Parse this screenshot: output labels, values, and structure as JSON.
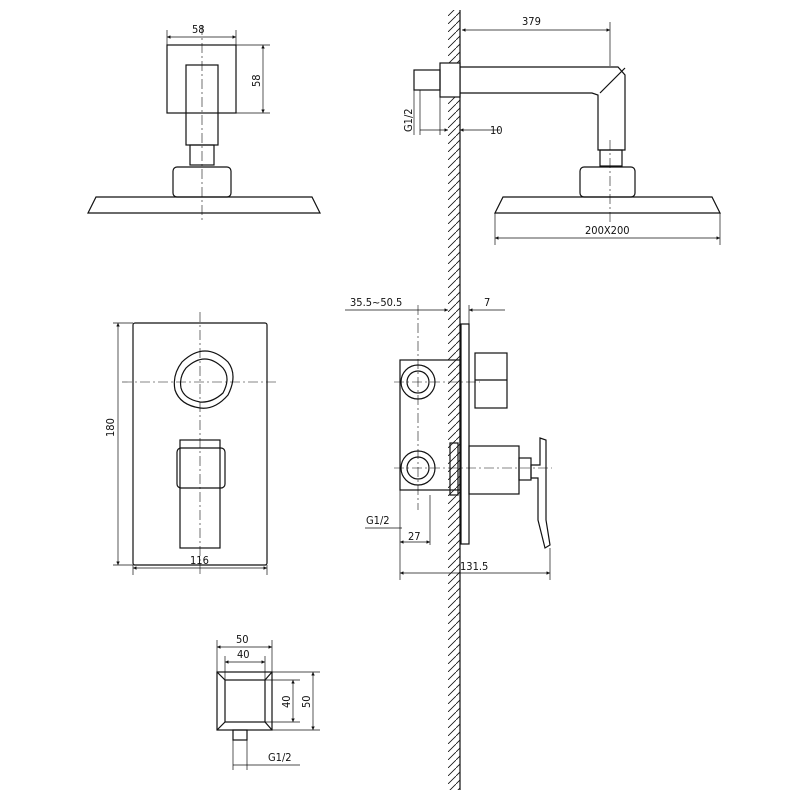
{
  "title": "Shower set technical drawing",
  "dimensions": {
    "head_front_width": "58",
    "head_front_height": "58",
    "arm_length": "379",
    "arm_thread": "G1/2",
    "flange_depth": "10",
    "head_size": "200X200",
    "valve_install_depth": "35.5~50.5",
    "plate_thickness": "7",
    "plate_height": "180",
    "plate_width": "116",
    "valve_thread": "G1/2",
    "valve_thread_spacing": "27",
    "valve_total_depth": "131.5",
    "outlet_outer_width": "50",
    "outlet_inner_width": "40",
    "outlet_inner_height": "40",
    "outlet_outer_height": "50",
    "outlet_thread": "G1/2"
  },
  "colors": {
    "line": "#111111",
    "background": "#ffffff"
  }
}
